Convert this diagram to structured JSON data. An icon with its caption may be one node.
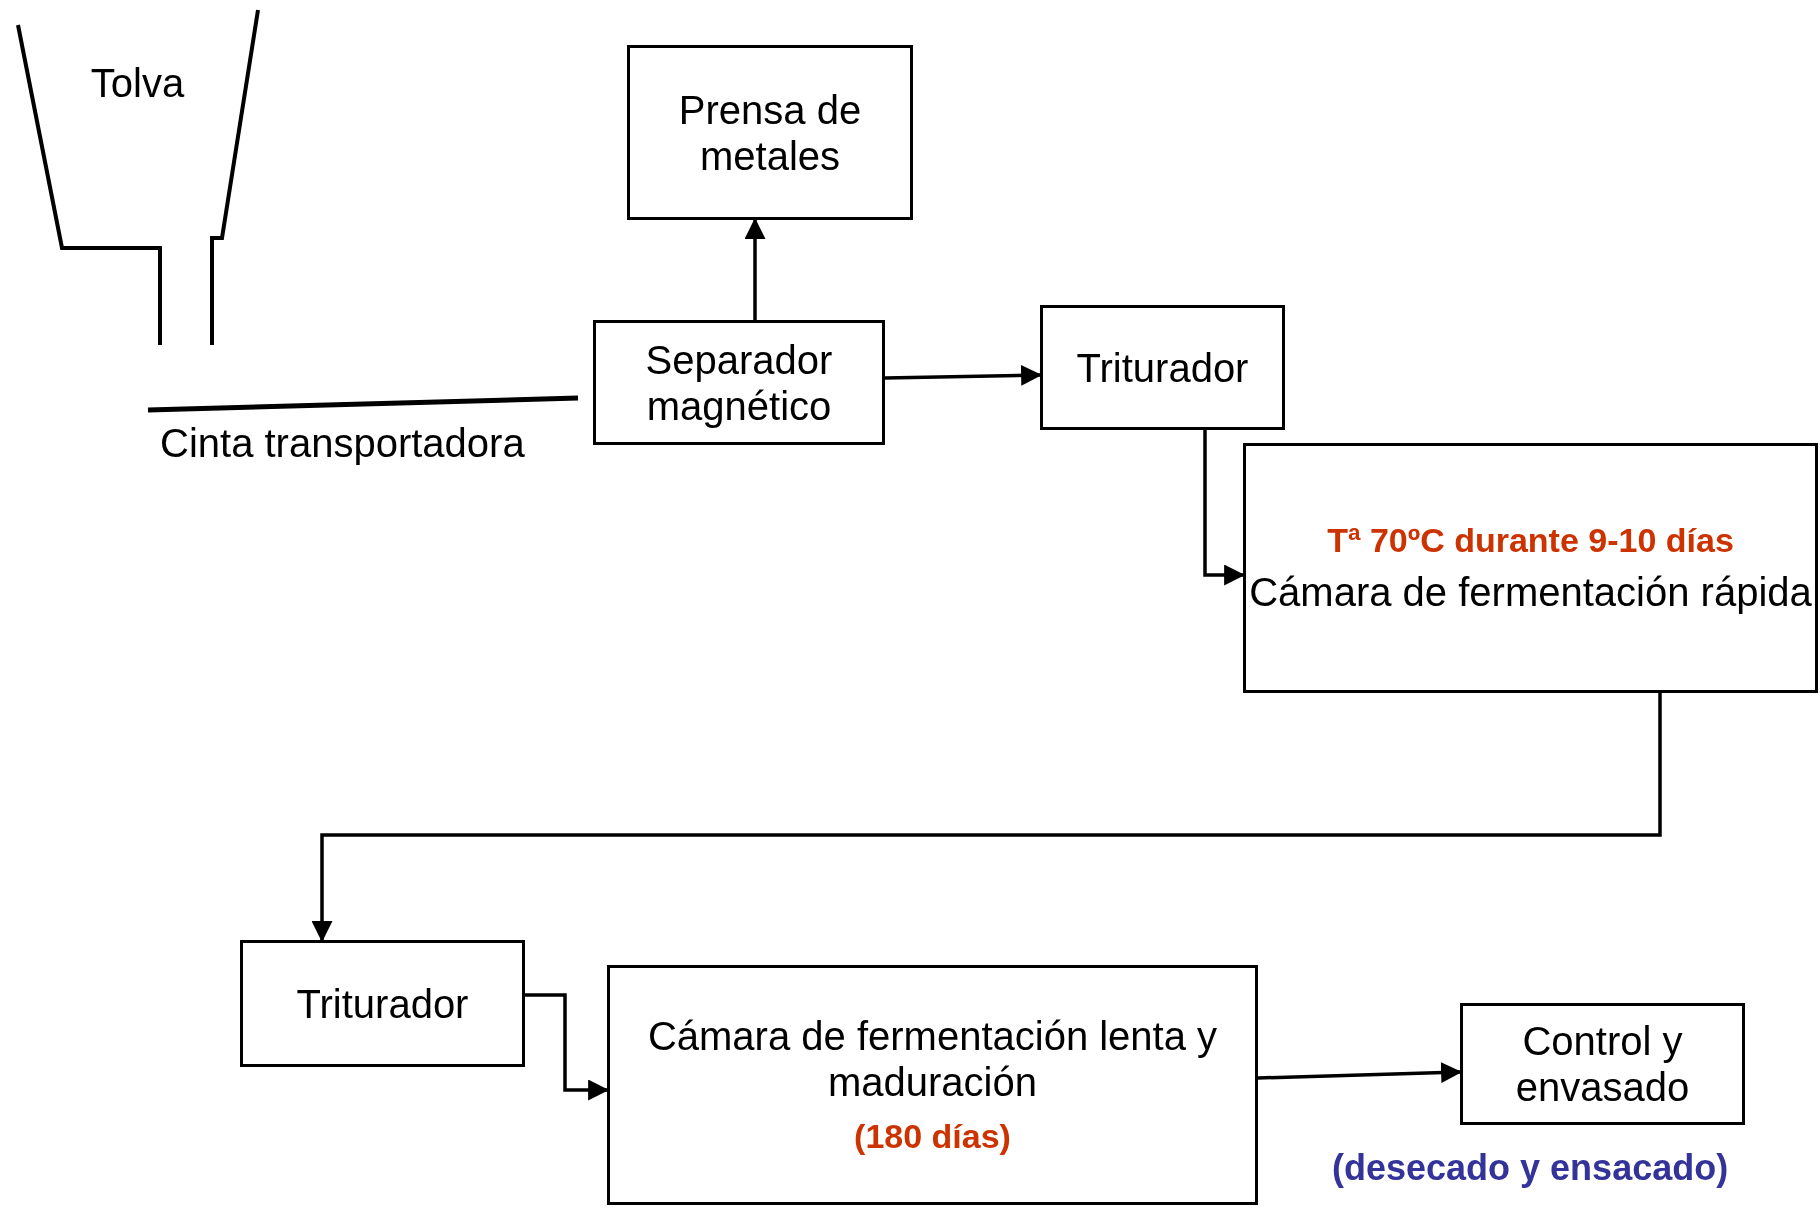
{
  "diagram": {
    "nodes": [
      {
        "text": [
          "Tolva"
        ]
      },
      {
        "text": [
          "Prensa de metales"
        ]
      },
      {
        "text": [
          "Separador magnético"
        ]
      },
      {
        "text": [
          "Triturador"
        ]
      },
      {
        "text": [
          "Tª 70ºC durante 9-10 días",
          "Cámara de fermentación rápida"
        ]
      },
      {
        "text": [
          "Triturador"
        ]
      },
      {
        "text": [
          "Cámara de fermentación lenta y maduración",
          "(180 días)"
        ]
      },
      {
        "text": [
          "Control y envasado"
        ],
        "beside": [
          "(desecado y ensacado)"
        ]
      }
    ],
    "edges": [
      {
        "from": 2,
        "to": 1,
        "arrow": "to"
      },
      {
        "from": 2,
        "to": 3,
        "arrow": "to"
      },
      {
        "from": 3,
        "to": 4,
        "arrow": "to"
      },
      {
        "from": 4,
        "to": 5,
        "arrow": "to"
      },
      {
        "from": 5,
        "to": 6,
        "arrow": "to"
      },
      {
        "from": 6,
        "to": 7,
        "arrow": "to"
      }
    ],
    "labels": [
      "Cinta transportadora"
    ]
  }
}
